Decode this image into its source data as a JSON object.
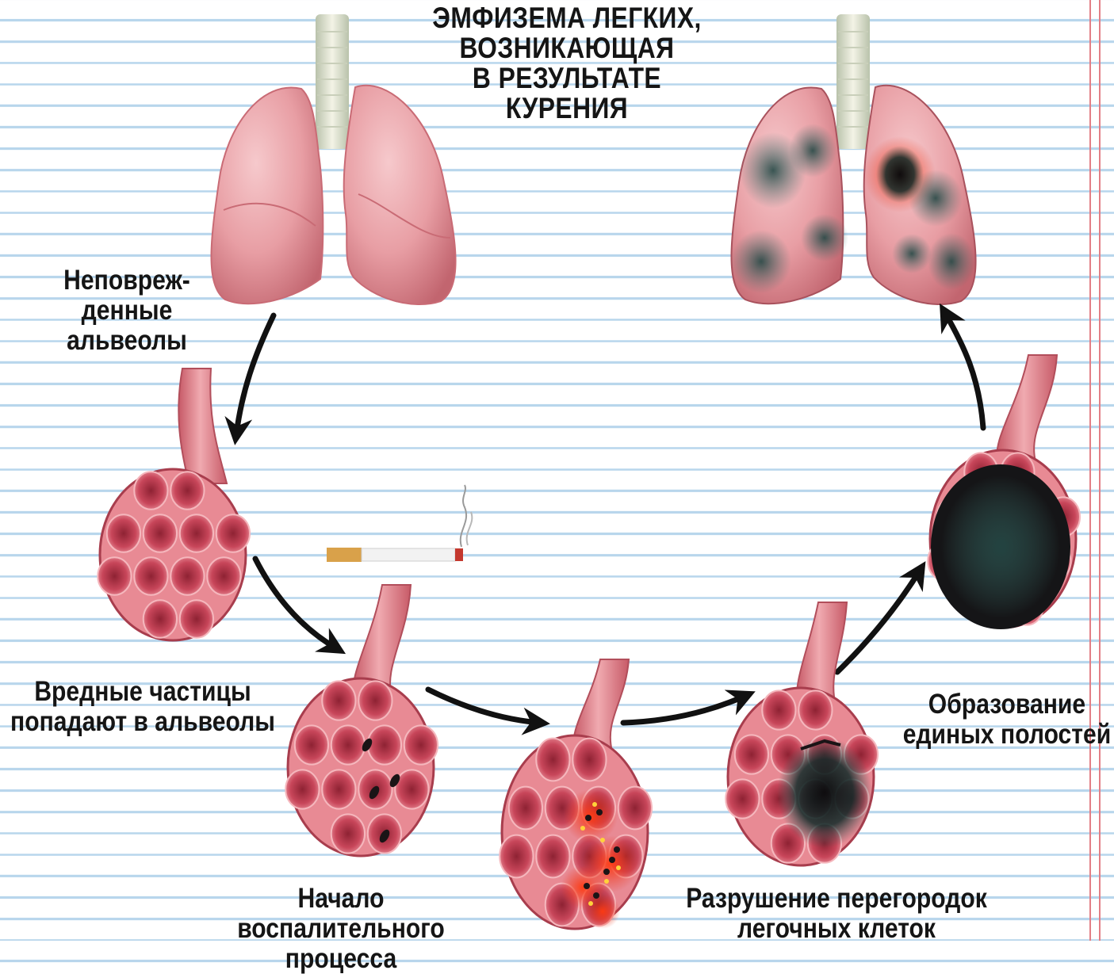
{
  "title": {
    "lines": [
      "ЭМФИЗЕМА ЛЕГКИХ,",
      "ВОЗНИКАЮЩАЯ",
      "В РЕЗУЛЬТАТЕ",
      "КУРЕНИЯ"
    ]
  },
  "stages": {
    "undamaged": {
      "lines": [
        "Неповреж-",
        "денные",
        "альвеолы"
      ]
    },
    "particles": {
      "lines": [
        "Вредные частицы",
        "попадают в альвеолы"
      ]
    },
    "inflammation": {
      "lines": [
        "Начало воспалительного",
        "процесса"
      ]
    },
    "destruction": {
      "lines": [
        "Разрушение перегородок",
        "легочных клеток"
      ]
    },
    "cavities": {
      "lines": [
        "Образование",
        "единых полостей"
      ]
    }
  },
  "colors": {
    "lung": "#e89ea4",
    "lung_shade": "#c96b75",
    "alveoli": "#d24e5f",
    "alveoli_dark": "#7a1c2c",
    "damage": "#1a1416",
    "inflammation": "#e8341c",
    "diseased_tint": "#3e6f6a",
    "arrow": "#111111",
    "notebook_rule": "#b8d6ec",
    "margin_line": "#e37f86"
  },
  "icons": [
    "healthy-lungs-icon",
    "diseased-lungs-icon",
    "alveoli-cluster-icon",
    "cigarette-icon",
    "cycle-arrow-icon"
  ]
}
